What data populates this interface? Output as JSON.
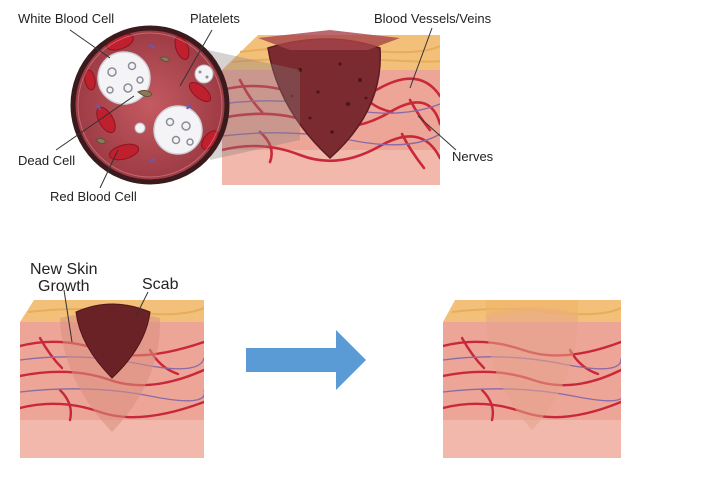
{
  "labels": {
    "white_blood_cell": "White Blood Cell",
    "platelets": "Platelets",
    "blood_vessels": "Blood Vessels/Veins",
    "dead_cell": "Dead Cell",
    "red_blood_cell": "Red Blood Cell",
    "nerves": "Nerves",
    "new_skin_line1": "New Skin",
    "new_skin_line2": "Growth",
    "scab": "Scab"
  },
  "colors": {
    "epidermis": "#f2c078",
    "epidermis_edge": "#e7ac5c",
    "dermis": "#eda597",
    "dermis_low": "#f1b8ab",
    "vessel": "#c9283a",
    "nerve": "#8a6aa8",
    "wound": "#7b2a30",
    "scab": "#6b2226",
    "arrow": "#5b9bd5",
    "bubble_bg": "#b64a52",
    "bubble_ring": "#3a1a1c",
    "rbc": "#c0202e",
    "wbc": "#f4f4f6"
  },
  "icons": [
    "skin-block-icon",
    "magnifier-bubble-icon",
    "right-arrow-icon"
  ]
}
